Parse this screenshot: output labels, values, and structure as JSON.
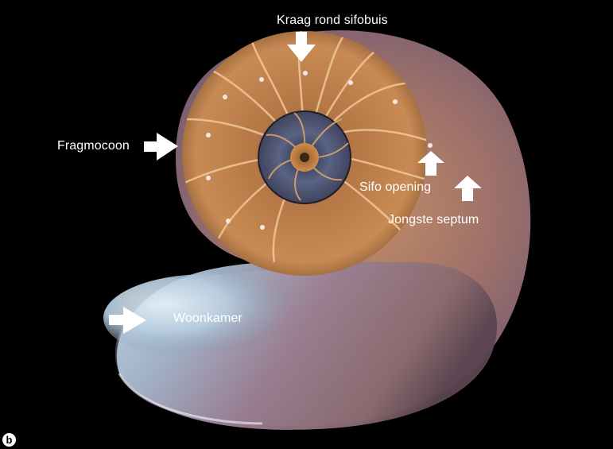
{
  "labels": {
    "kraag": "Kraag rond sifobuis",
    "fragmocoon": "Fragmocoon",
    "sifo_opening": "Sifo opening",
    "jongste_septum": "Jongste septum",
    "woonkamer": "Woonkamer"
  },
  "panel_letter": "b",
  "colors": {
    "background": "#000000",
    "annotation": "#ffffff",
    "shell_amber": "#b87a45",
    "nacre_blue": "#9fc4dc"
  }
}
